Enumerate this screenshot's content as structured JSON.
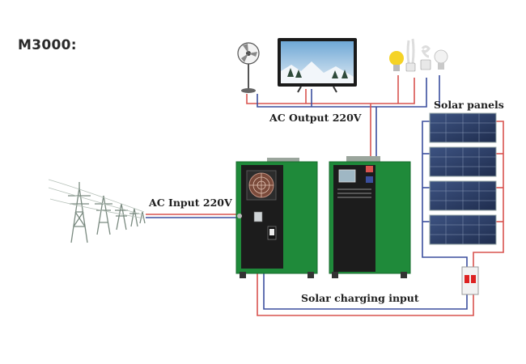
{
  "header": {
    "model": "M3000:"
  },
  "labels": {
    "ac_output": "AC Output 220V",
    "ac_input": "AC Input 220V",
    "solar_panels": "Solar panels",
    "solar_charging": "Solar charging input"
  },
  "components": {
    "loads": [
      "fan-icon",
      "tv-icon",
      "bulb-icon",
      "cfl-icon",
      "cfl-icon",
      "bulb-icon"
    ],
    "grid": "transmission-tower-icon",
    "inverter": "inverter-cabinet",
    "battery": "battery-cabinet",
    "panel_count": 4,
    "controller": "breaker-icon"
  },
  "colors": {
    "wire_red": "#d9534f",
    "wire_blue": "#3b4f9e",
    "cabinet_green": "#1f8a3a",
    "cabinet_dark": "#1c1c1c",
    "panel_blue": "#2a3d66"
  }
}
